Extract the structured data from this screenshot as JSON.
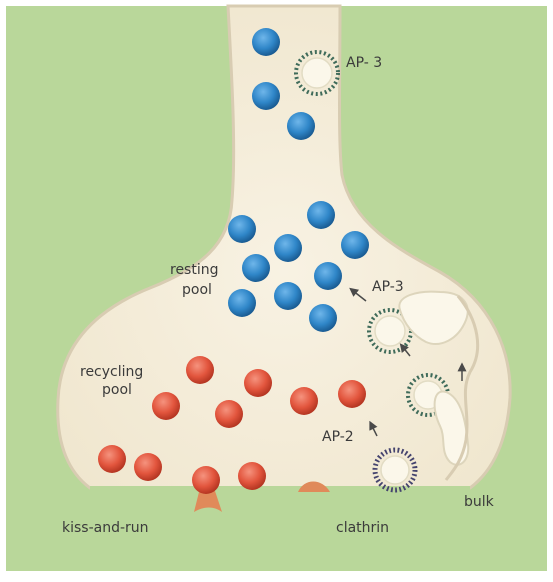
{
  "diagram": {
    "labels": {
      "ap3_top": "AP- 3",
      "resting_line1": "resting",
      "resting_line2": "pool",
      "ap3_mid": "AP-3",
      "recycling_line1": "recycling",
      "recycling_line2": "pool",
      "ap2": "AP-2",
      "bulk": "bulk",
      "kiss_and_run": "kiss-and-run",
      "clathrin": "clathrin"
    },
    "colors": {
      "background": "#b9d79a",
      "terminal_fill": "#f4ecd8",
      "terminal_stroke": "#d8ccb2",
      "resting_vesicle": "#2f86c8",
      "recycling_vesicle": "#e2553d",
      "ap_coat": "#3f6b5a",
      "clathrin_coat": "#44436e",
      "fusion_pore": "#e08a5a",
      "arrow": "#4a4a4a"
    }
  }
}
